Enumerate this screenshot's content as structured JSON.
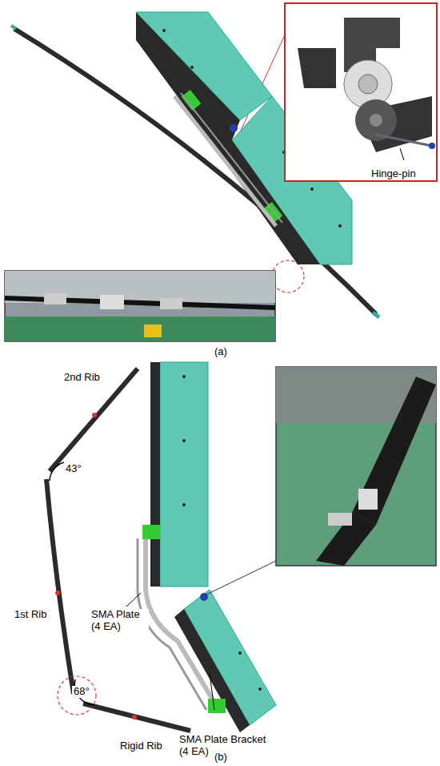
{
  "diagram": {
    "labels": [
      "Hinge-pin",
      "(a)",
      "2nd Rib",
      "43°",
      "1st Rib",
      "SMA Plate (4 EA)",
      "68°",
      "SMA Plate Bracket (4 EA)",
      "Rigid Rib",
      "(b)"
    ]
  }
}
